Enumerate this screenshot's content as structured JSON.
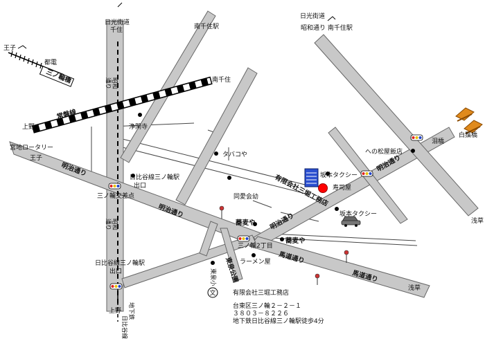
{
  "labels": {
    "nikko_kaido_top": "日光街道",
    "senju_top": "千住",
    "minami_senju_sta_top": "南千住駅",
    "nikko_kaido_right": "日光街道",
    "showa_minami_senju": "昭和通り 南千住駅",
    "oji": "王子",
    "toden": "都電",
    "minowabashi": "三ノ輪橋",
    "showa_dori_upper": "昭和\n通り",
    "minami_senju": "南千住",
    "joban_line": "常磐線",
    "ueno_left": "上野",
    "jokanji": "浄閑寺",
    "miyaji_rotary": "宮地ロータリー",
    "oji_2": "王子",
    "meiji_dori_left": "明治通り",
    "tabakoya": "タバコや",
    "hibiya_minowa_exit_upper": "日比谷線三ノ輪駅",
    "exit_upper": "出口",
    "minowa_intersection": "三ノ輪交差点",
    "doai_kaikan": "同愛会幼",
    "meiji_dori_center": "明治通り",
    "company_short": "有限会社三堀工務店",
    "sakamoto_taxi_top": "坂本タクシー",
    "sushiya": "寿司屋",
    "sakamoto_taxi_bottom": "坂本タクシー",
    "matsuyahanten": "への松屋飯店",
    "meiji_dori_right": "明治通り",
    "namidabashi": "泪橋",
    "shirahigebashi": "白鬚橋",
    "asakusa_right": "浅草",
    "sobaya_left": "蕎麦や",
    "meiji_dori_lower": "明治通り",
    "sobaya_right": "蕎麦や",
    "minowa_2chome": "三ノ輪2丁目",
    "ramenya": "ラーメン屋",
    "bassha_dori_1": "馬道通り",
    "bassha_dori_2": "馬道通り",
    "asakusa_lower": "浅草",
    "showa_dori_lower": "昭和\n通り",
    "hibiya_minowa_exit_lower": "日比谷線三ノ輪駅",
    "exit_lower": "出口",
    "tosen_park": "東泉公園",
    "tosen_school": "東泉小",
    "school_mark": "文",
    "ueno_bottom": "上野",
    "subway": "地下鉄",
    "hibiya_line": "日比谷線"
  },
  "address": {
    "company": "有限会社三堀工務店",
    "street": "台東区三ノ輪２－２－１",
    "phone": "３８０３－８２２６",
    "access": "地下鉄日比谷線三ノ輪駅徒歩4分"
  },
  "colors": {
    "road_fill": "#c8c8c8",
    "road_stroke": "#666666",
    "marker": "#ff0000",
    "building": "#2a4fd0",
    "signal_red": "#dd2222",
    "signal_yellow": "#e8c000",
    "signal_blue": "#2244cc",
    "bridge": "#e08a1c"
  },
  "icons": {
    "company_building": "building-icon",
    "company_location": "location-marker-icon",
    "traffic_signal": "traffic-signal-icon",
    "school": "school-icon",
    "car": "car-icon",
    "bridge": "bridge-icon",
    "landmark_dot": "landmark-dot-icon",
    "bus_stop": "bus-stop-icon"
  }
}
